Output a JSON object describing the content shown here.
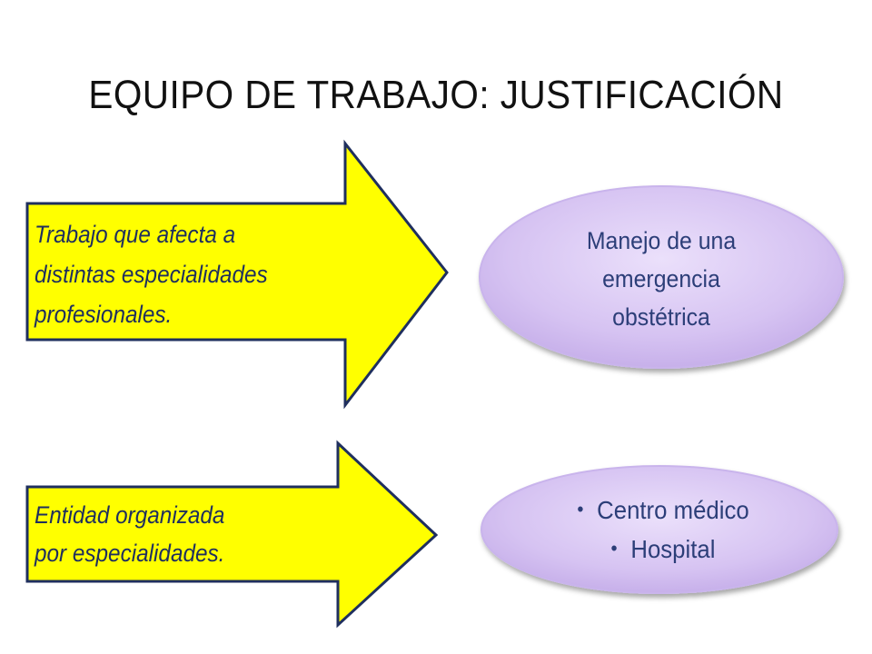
{
  "slide": {
    "title": "EQUIPO DE TRABAJO: JUSTIFICACIÓN",
    "row1": {
      "arrow_line1": "Trabajo que afecta a",
      "arrow_line2": "distintas especialidades",
      "arrow_line3": "profesionales.",
      "ellipse_line1": "Manejo de una",
      "ellipse_line2": "emergencia",
      "ellipse_line3": "obstétrica"
    },
    "row2": {
      "arrow_line1": "Entidad organizada",
      "arrow_line2": "por especialidades.",
      "bullets": [
        "Centro médico",
        "Hospital"
      ]
    },
    "colors": {
      "arrow_fill": "#ffff00",
      "arrow_stroke": "#1f2f5e",
      "ellipse_fill": "#d8c6f2",
      "text_blue": "#2c3e78"
    }
  }
}
